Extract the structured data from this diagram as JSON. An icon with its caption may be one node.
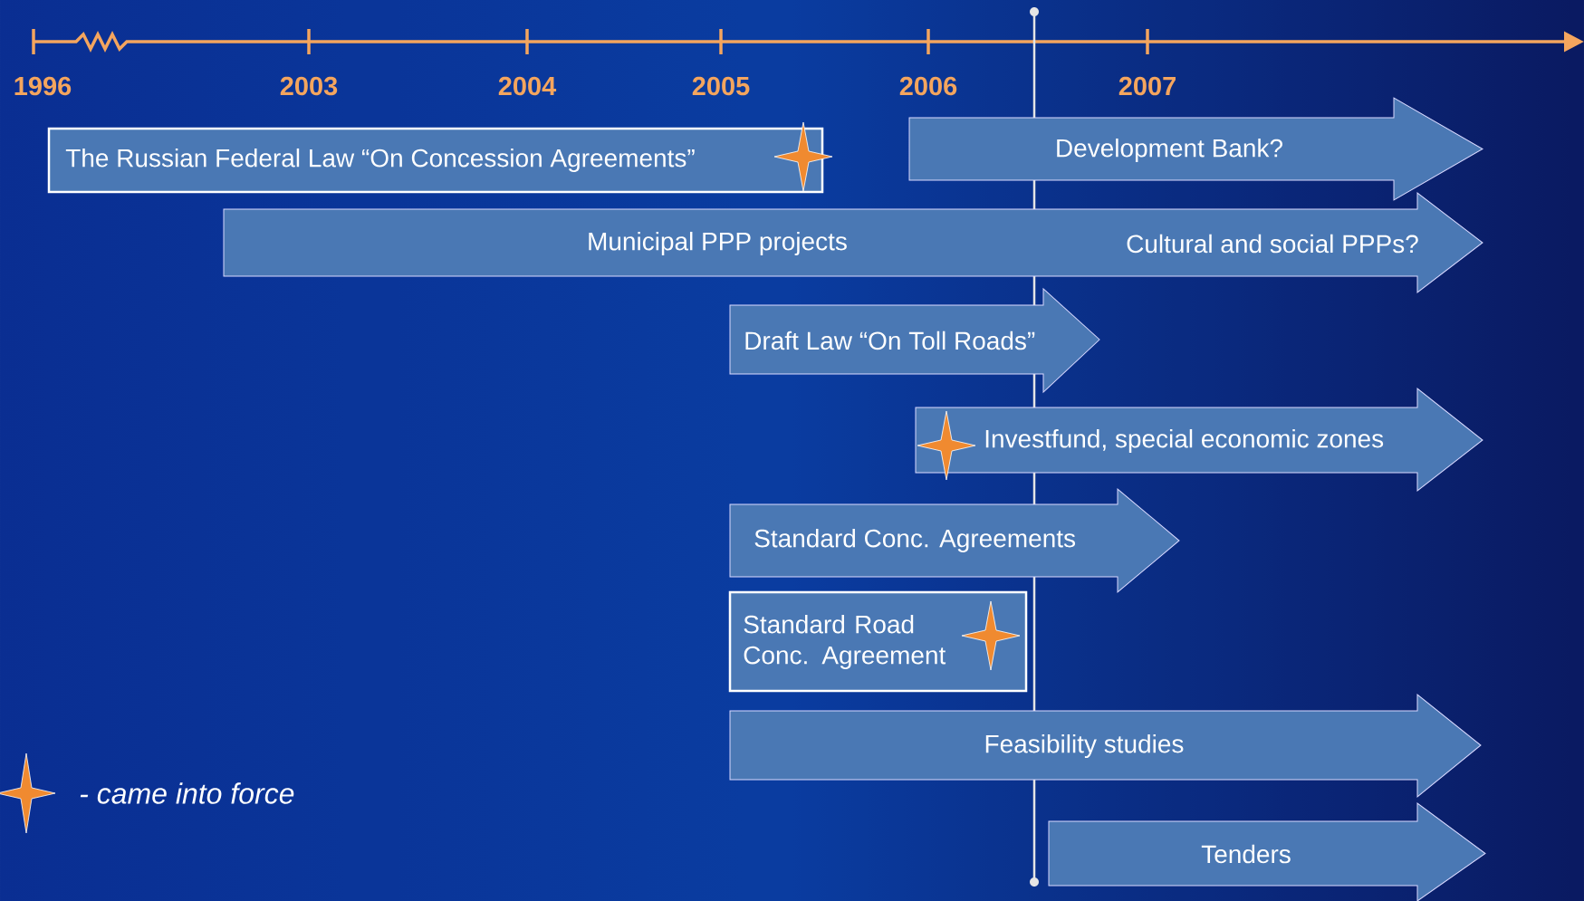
{
  "diagram": {
    "nodes": [
      {
        "text": [
          "The Russian Federal Law “On Concession Agreements”"
        ]
      },
      {
        "text": [
          "Development Bank?"
        ]
      },
      {
        "text": [
          "Municipal PPP projects",
          "Cultural  and social PPPs?"
        ]
      },
      {
        "text": [
          "Draft Law “On Toll Roads”"
        ]
      },
      {
        "text": [
          "Investfund, special economic zones"
        ]
      },
      {
        "text": [
          "Standard Conc. Agreements"
        ]
      },
      {
        "text": [
          "Standard Road Conc. Agreement"
        ]
      },
      {
        "text": [
          "Feasibility studies"
        ]
      },
      {
        "text": [
          "Tenders"
        ]
      }
    ],
    "labels": [
      "1996",
      "2003",
      "2004",
      "2005",
      "2006",
      "2007"
    ],
    "legend": [
      {
        "text": "- came into force"
      }
    ]
  }
}
